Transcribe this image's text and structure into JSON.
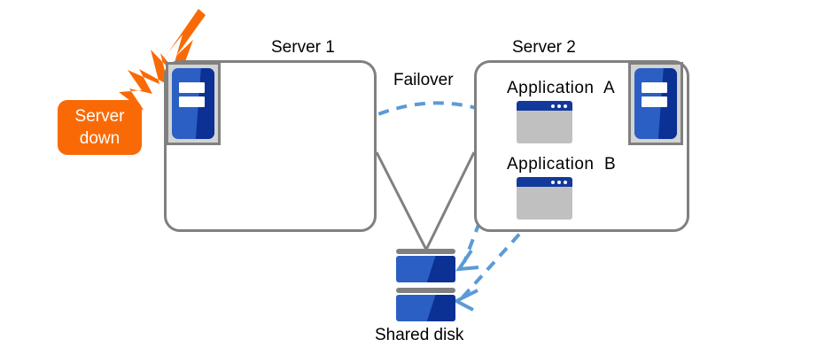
{
  "diagram": {
    "title_hidden": "",
    "servers": [
      {
        "id": "server1",
        "title": "Server 1",
        "icon": "server-machine-icon",
        "apps": []
      },
      {
        "id": "server2",
        "title": "Server 2",
        "icon": "server-machine-icon",
        "apps": [
          {
            "label": "Application  A",
            "icon": "application-window-icon"
          },
          {
            "label": "Application  B",
            "icon": "application-window-icon"
          }
        ]
      }
    ],
    "failover_label": "Failover",
    "shared_disk_label": "Shared disk",
    "alert_badge": {
      "line1": "Server",
      "line2": "down",
      "icon": "lightning-bolt-icon"
    },
    "colors": {
      "alert_orange": "#f96a06",
      "arrow_blue": "#5b9bd5",
      "box_gray": "#808080",
      "icon_blue": "#2b5fc4",
      "icon_blue_dark": "#0b3194",
      "icon_gray": "#c0c0c0",
      "titlebar_blue": "#12399b"
    }
  }
}
